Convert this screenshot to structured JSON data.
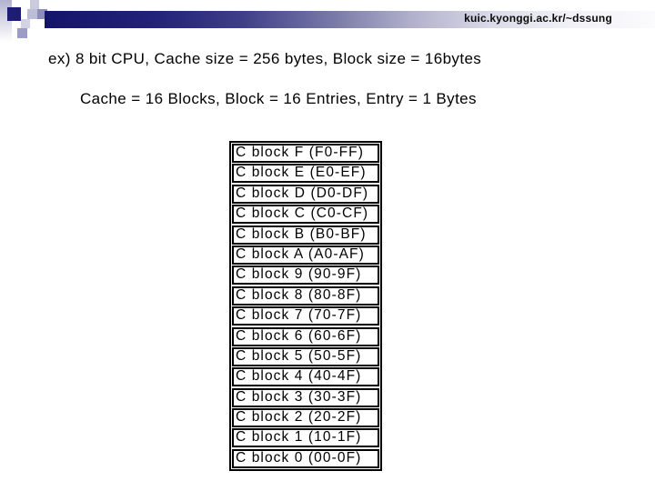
{
  "header": {
    "url_text": "kuic.kyonggi.ac.kr/~dssung"
  },
  "content": {
    "line1": "ex) 8 bit CPU, Cache size = 256 bytes, Block size = 16bytes",
    "line2": "Cache = 16 Blocks, Block = 16 Entries, Entry = 1 Bytes"
  },
  "cache_table": {
    "rows": [
      "C block F (F0-FF)",
      "C block E (E0-EF)",
      "C block D (D0-DF)",
      "C block C (C0-CF)",
      "C block B (B0-BF)",
      "C block A (A0-AF)",
      "C block 9 (90-9F)",
      "C block 8 (80-8F)",
      "C block 7 (70-7F)",
      "C block 6 (60-6F)",
      "C block 5 (50-5F)",
      "C block 4 (40-4F)",
      "C block 3 (30-3F)",
      "C block 2 (20-2F)",
      "C block 1 (10-1F)",
      "C block 0 (00-0F)"
    ]
  },
  "colors": {
    "accent_navy": "#1d1d76",
    "bar_gradient_start": "#14146a",
    "bar_gradient_end": "#fbfbfd",
    "text": "#000000"
  }
}
